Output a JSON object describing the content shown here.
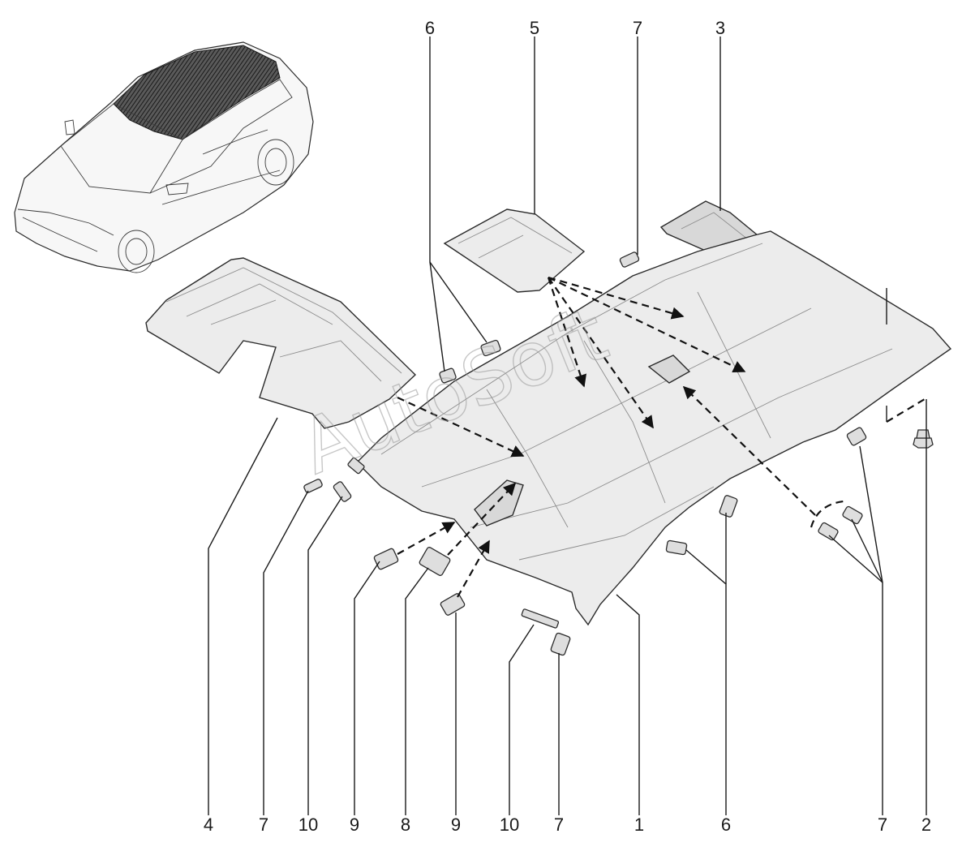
{
  "watermark": "AutoSoft",
  "callouts": {
    "top": [
      "6",
      "5",
      "7",
      "3"
    ],
    "bottom": [
      "4",
      "7",
      "10",
      "9",
      "8",
      "9",
      "10",
      "7",
      "1",
      "6",
      "7",
      "2"
    ]
  },
  "colors": {
    "line": "#1a1a1a",
    "panel": "#ececec",
    "watermark": "#9a9a9a",
    "roof_hatch": "#3a3a3a"
  },
  "icons": [
    "car-overview-icon",
    "headliner-panel-icon",
    "sound-insulation-mat-icon",
    "clip-icon",
    "fastener-icon"
  ]
}
